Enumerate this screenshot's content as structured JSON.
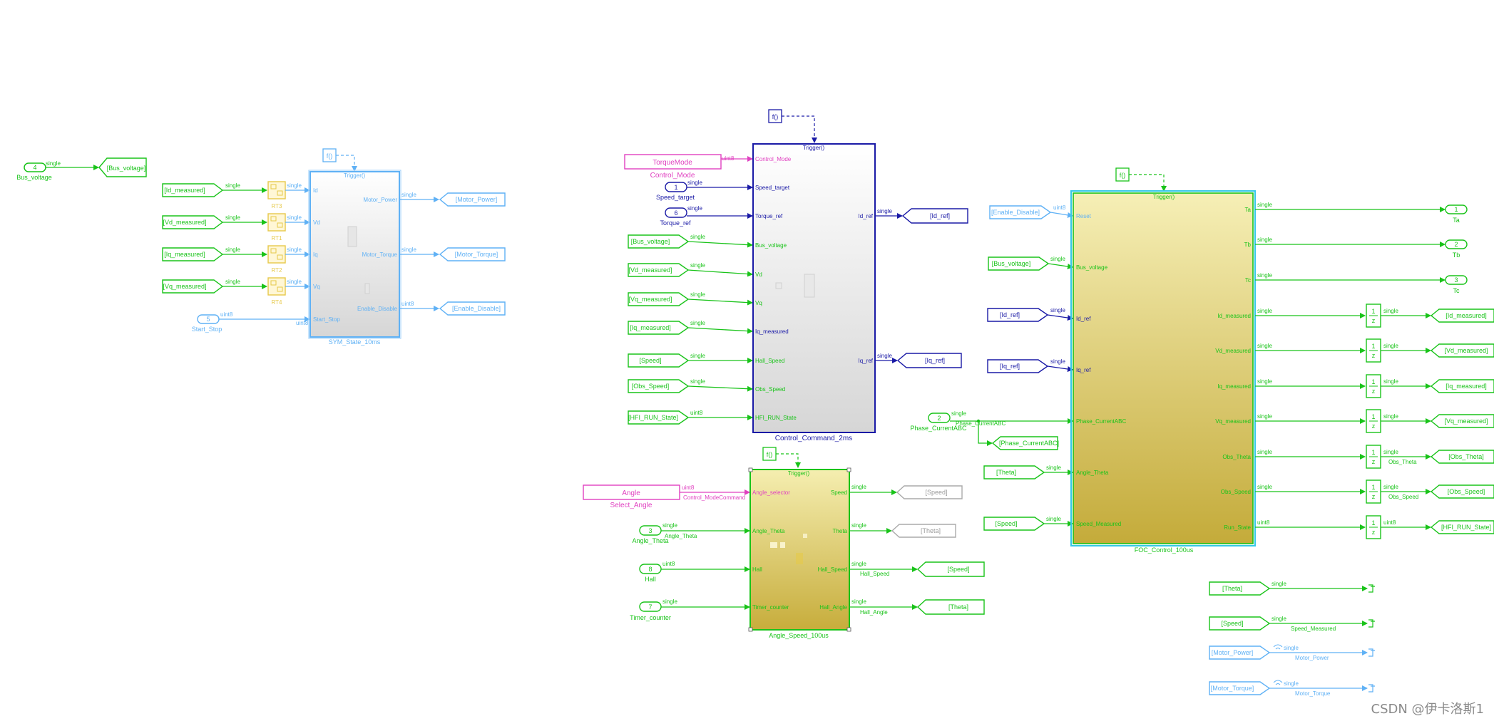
{
  "watermark": "CSDN @伊卡洛斯1",
  "colors": {
    "green": "#19c319",
    "lightblue": "#5fb1f5",
    "navy": "#1a1aa6",
    "magenta": "#e040c0",
    "yellow": "#e6c94a",
    "gray": "#9a9a9a"
  },
  "ports": {
    "bus_voltage": {
      "num": "4",
      "name": "Bus_voltage"
    },
    "start_stop": {
      "num": "5",
      "name": "Start_Stop"
    },
    "speed_target": {
      "num": "1",
      "name": "Speed_target"
    },
    "torque_ref": {
      "num": "6",
      "name": "Torque_ref"
    },
    "angle_theta": {
      "num": "3",
      "name": "Angle_Theta"
    },
    "hall": {
      "num": "8",
      "name": "Hall"
    },
    "timer_counter": {
      "num": "7",
      "name": "Timer_counter"
    },
    "phase_current": {
      "num": "2",
      "name": "Phase_CurrentABC"
    },
    "ta": {
      "num": "1",
      "name": "Ta"
    },
    "tb": {
      "num": "2",
      "name": "Tb"
    },
    "tc": {
      "num": "3",
      "name": "Tc"
    }
  },
  "tags": {
    "bus_voltage_goto": "[Bus_voltage]",
    "id_measured": "[Id_measured]",
    "vd_measured": "[Vd_measured]",
    "iq_measured": "[Iq_measured]",
    "vq_measured": "[Vq_measured]",
    "motor_power": "[Motor_Power]",
    "motor_torque": "[Motor_Torque]",
    "enable_disable": "[Enable_Disable]",
    "bus_voltage": "[Bus_voltage]",
    "speed": "[Speed]",
    "obs_speed": "[Obs_Speed]",
    "hfi_run_state": "[HFI_RUN_State]",
    "id_ref": "[Id_ref]",
    "iq_ref": "[Iq_ref]",
    "theta": "[Theta]",
    "phase_currentabc": "[Phase_CurrentABC]",
    "obs_theta": "[Obs_Theta]"
  },
  "constants": {
    "torque_mode": "TorqueMode",
    "control_mode": "Control_Mode",
    "angle": "Angle",
    "select_angle": "Select_Angle"
  },
  "rate_transitions": [
    "RT3",
    "RT1",
    "RT2",
    "RT4"
  ],
  "signal_types": {
    "single": "single",
    "uint8": "uint8",
    "fn": "f()",
    "trigger": "Trigger()",
    "delay_top": "1",
    "delay_bottom": "z"
  },
  "subsystems": {
    "sym_state": {
      "title": "SYM_State_10ms",
      "inputs": [
        "Id",
        "Vd",
        "Iq",
        "Vq",
        "Start_Stop"
      ],
      "outputs": [
        "Motor_Power",
        "Motor_Torque",
        "Enable_Disable"
      ]
    },
    "control_command": {
      "title": "Control_Command_2ms",
      "inputs": [
        "Control_Mode",
        "Speed_target",
        "Torque_ref",
        "Bus_voltage",
        "Vd",
        "Vq",
        "Iq_measured",
        "Hall_Speed",
        "Obs_Speed",
        "HFI_RUN_State"
      ],
      "outputs": [
        "Id_ref",
        "Iq_ref"
      ]
    },
    "angle_speed": {
      "title": "Angle_Speed_100us",
      "inputs": [
        "Angle_selector",
        "Angle_Theta",
        "Hall",
        "Timer_counter"
      ],
      "outputs": [
        "Speed",
        "Theta",
        "Hall_Speed",
        "Hall_Angle"
      ]
    },
    "foc_control": {
      "title": "FOC_Control_100us",
      "inputs": [
        "Reset",
        "Bus_voltage",
        "Id_ref",
        "Iq_ref",
        "Phase_CurrentABC",
        "Angle_Theta",
        "Speed_Measured"
      ],
      "outputs": [
        "Ta",
        "Tb",
        "Tc",
        "Id_measured",
        "Vd_measured",
        "Iq_measured",
        "Vq_measured",
        "Obs_Theta",
        "Obs_Speed",
        "Run_State"
      ]
    }
  },
  "line_labels": {
    "control_mode_command": "Control_ModeCommand",
    "angle_theta": "Angle_Theta",
    "hall_speed": "Hall_Speed",
    "hall_angle": "Hall_Angle",
    "phase_currentabc": "Phase_CurrentABC",
    "obs_theta": "Obs_Theta",
    "obs_speed": "Obs_Speed",
    "speed_measured": "Speed_Measured",
    "motor_power": "Motor_Power",
    "motor_torque": "Motor_Torque"
  }
}
